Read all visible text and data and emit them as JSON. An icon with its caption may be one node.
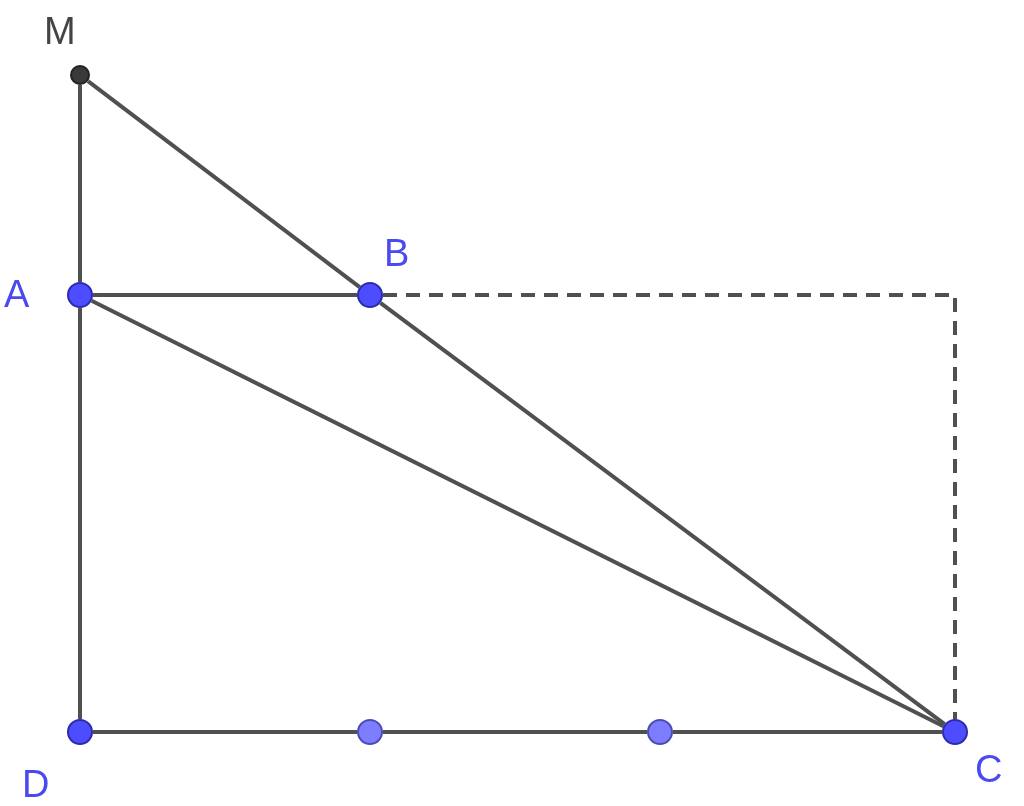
{
  "diagram": {
    "nodes": [
      {
        "text": [],
        "shape": "circle",
        "beside": [
          "M"
        ]
      },
      {
        "text": [],
        "shape": "circle",
        "beside": [
          "A"
        ]
      },
      {
        "text": [],
        "shape": "circle",
        "beside": [
          "B"
        ]
      },
      {
        "text": [],
        "shape": "circle",
        "beside": [
          "D"
        ]
      },
      {
        "text": [],
        "shape": "circle"
      },
      {
        "text": [],
        "shape": "circle"
      },
      {
        "text": [],
        "shape": "circle",
        "beside": [
          "C"
        ]
      }
    ],
    "edges": [
      {
        "from": 0,
        "to": 1,
        "arrow": "none"
      },
      {
        "from": 0,
        "to": 2,
        "arrow": "none"
      },
      {
        "from": 1,
        "to": 2,
        "arrow": "none"
      },
      {
        "from": 1,
        "to": 3,
        "arrow": "none"
      },
      {
        "from": 1,
        "to": 6,
        "arrow": "none"
      },
      {
        "from": 2,
        "to": 6,
        "arrow": "none"
      },
      {
        "from": 2,
        "to": 6,
        "arrow": "none",
        "style": "dashed"
      },
      {
        "from": 3,
        "to": 4,
        "arrow": "none"
      },
      {
        "from": 4,
        "to": 5,
        "arrow": "none"
      },
      {
        "from": 5,
        "to": 6,
        "arrow": "none"
      }
    ]
  }
}
